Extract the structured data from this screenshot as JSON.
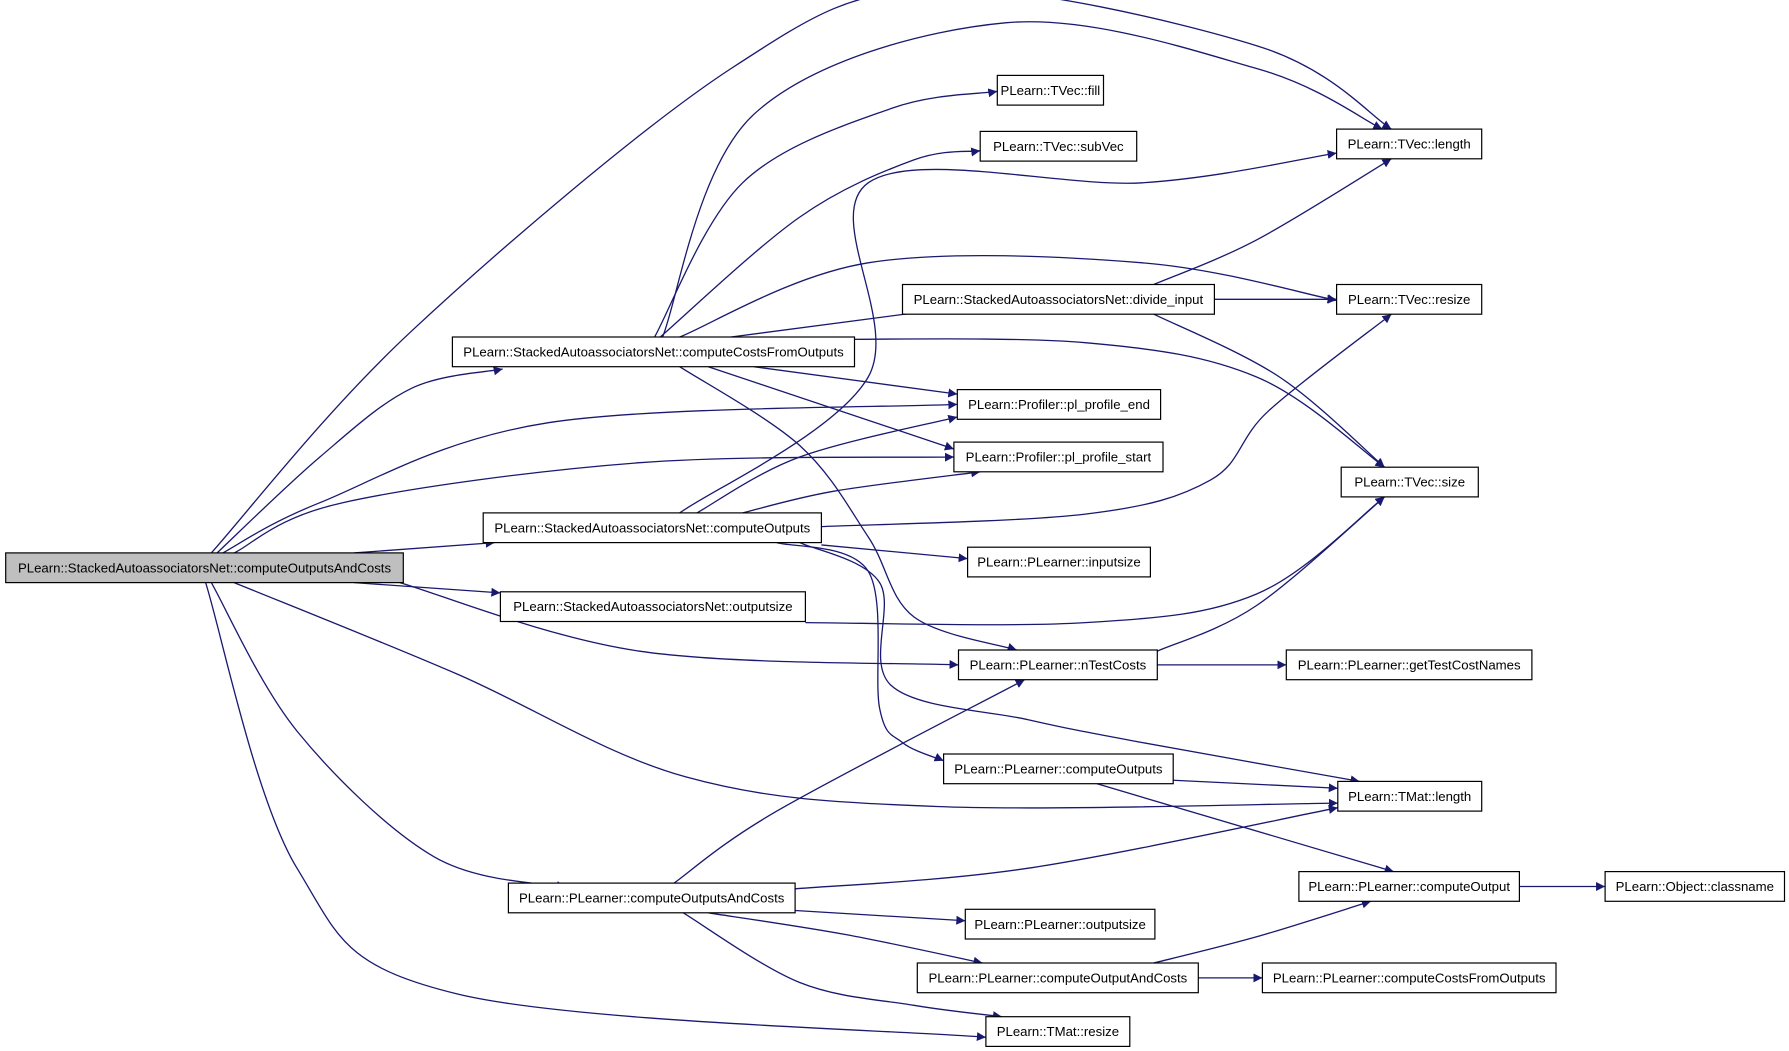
{
  "graph": {
    "edge_color": "#191970",
    "root_fill": "#bfbfbf",
    "node_fill": "#ffffff",
    "nodes": [
      {
        "id": "root",
        "label": "PLearn::StackedAutoassociatorsNet::computeOutputsAndCosts"
      },
      {
        "id": "sanCostsFromOutputs",
        "label": "PLearn::StackedAutoassociatorsNet::computeCostsFromOutputs"
      },
      {
        "id": "sanComputeOutputs",
        "label": "PLearn::StackedAutoassociatorsNet::computeOutputs"
      },
      {
        "id": "sanOutputsize",
        "label": "PLearn::StackedAutoassociatorsNet::outputsize"
      },
      {
        "id": "plComputeOutputsAndCosts",
        "label": "PLearn::PLearner::computeOutputsAndCosts"
      },
      {
        "id": "tvecFill",
        "label": "PLearn::TVec::fill"
      },
      {
        "id": "tvecSubVec",
        "label": "PLearn::TVec::subVec"
      },
      {
        "id": "sanDivideInput",
        "label": "PLearn::StackedAutoassociatorsNet::divide_input"
      },
      {
        "id": "profEnd",
        "label": "PLearn::Profiler::pl_profile_end"
      },
      {
        "id": "profStart",
        "label": "PLearn::Profiler::pl_profile_start"
      },
      {
        "id": "plInputsize",
        "label": "PLearn::PLearner::inputsize"
      },
      {
        "id": "plNTestCosts",
        "label": "PLearn::PLearner::nTestCosts"
      },
      {
        "id": "plComputeOutputs",
        "label": "PLearn::PLearner::computeOutputs"
      },
      {
        "id": "plOutputsize",
        "label": "PLearn::PLearner::outputsize"
      },
      {
        "id": "plComputeOutputAndCosts",
        "label": "PLearn::PLearner::computeOutputAndCosts"
      },
      {
        "id": "tmatResize",
        "label": "PLearn::TMat::resize"
      },
      {
        "id": "tvecLength",
        "label": "PLearn::TVec::length"
      },
      {
        "id": "tvecResize",
        "label": "PLearn::TVec::resize"
      },
      {
        "id": "tvecSize",
        "label": "PLearn::TVec::size"
      },
      {
        "id": "plGetTestCostNames",
        "label": "PLearn::PLearner::getTestCostNames"
      },
      {
        "id": "tmatLength",
        "label": "PLearn::TMat::length"
      },
      {
        "id": "plComputeOutput",
        "label": "PLearn::PLearner::computeOutput"
      },
      {
        "id": "plComputeCostsFromOutputs",
        "label": "PLearn::PLearner::computeCostsFromOutputs"
      },
      {
        "id": "objClassname",
        "label": "PLearn::Object::classname"
      }
    ],
    "edges": [
      [
        "root",
        "tvecLength"
      ],
      [
        "root",
        "sanCostsFromOutputs"
      ],
      [
        "root",
        "profEnd"
      ],
      [
        "root",
        "profStart"
      ],
      [
        "root",
        "sanComputeOutputs"
      ],
      [
        "root",
        "sanOutputsize"
      ],
      [
        "root",
        "plNTestCosts"
      ],
      [
        "root",
        "tmatLength"
      ],
      [
        "root",
        "plComputeOutputsAndCosts"
      ],
      [
        "root",
        "tmatResize"
      ],
      [
        "sanCostsFromOutputs",
        "tvecLength"
      ],
      [
        "sanCostsFromOutputs",
        "tvecFill"
      ],
      [
        "sanCostsFromOutputs",
        "tvecSubVec"
      ],
      [
        "sanCostsFromOutputs",
        "tvecResize"
      ],
      [
        "sanCostsFromOutputs",
        "sanDivideInput"
      ],
      [
        "sanCostsFromOutputs",
        "tvecSize"
      ],
      [
        "sanCostsFromOutputs",
        "profEnd"
      ],
      [
        "sanCostsFromOutputs",
        "profStart"
      ],
      [
        "sanCostsFromOutputs",
        "plNTestCosts"
      ],
      [
        "sanDivideInput",
        "tvecLength"
      ],
      [
        "sanDivideInput",
        "tvecResize"
      ],
      [
        "sanDivideInput",
        "tvecSize"
      ],
      [
        "sanComputeOutputs",
        "tvecLength"
      ],
      [
        "sanComputeOutputs",
        "profEnd"
      ],
      [
        "sanComputeOutputs",
        "profStart"
      ],
      [
        "sanComputeOutputs",
        "tvecResize"
      ],
      [
        "sanComputeOutputs",
        "plInputsize"
      ],
      [
        "sanComputeOutputs",
        "plComputeOutputs"
      ],
      [
        "sanComputeOutputs",
        "tmatLength"
      ],
      [
        "sanOutputsize",
        "tvecSize"
      ],
      [
        "plNTestCosts",
        "tvecSize"
      ],
      [
        "plNTestCosts",
        "plGetTestCostNames"
      ],
      [
        "plComputeOutputs",
        "tmatLength"
      ],
      [
        "plComputeOutputs",
        "plComputeOutput"
      ],
      [
        "plComputeOutput",
        "objClassname"
      ],
      [
        "plComputeOutputsAndCosts",
        "plNTestCosts"
      ],
      [
        "plComputeOutputsAndCosts",
        "tmatLength"
      ],
      [
        "plComputeOutputsAndCosts",
        "plOutputsize"
      ],
      [
        "plComputeOutputsAndCosts",
        "plComputeOutputAndCosts"
      ],
      [
        "plComputeOutputsAndCosts",
        "tmatResize"
      ],
      [
        "plComputeOutputAndCosts",
        "plComputeOutput"
      ],
      [
        "plComputeOutputAndCosts",
        "plComputeCostsFromOutputs"
      ]
    ]
  }
}
